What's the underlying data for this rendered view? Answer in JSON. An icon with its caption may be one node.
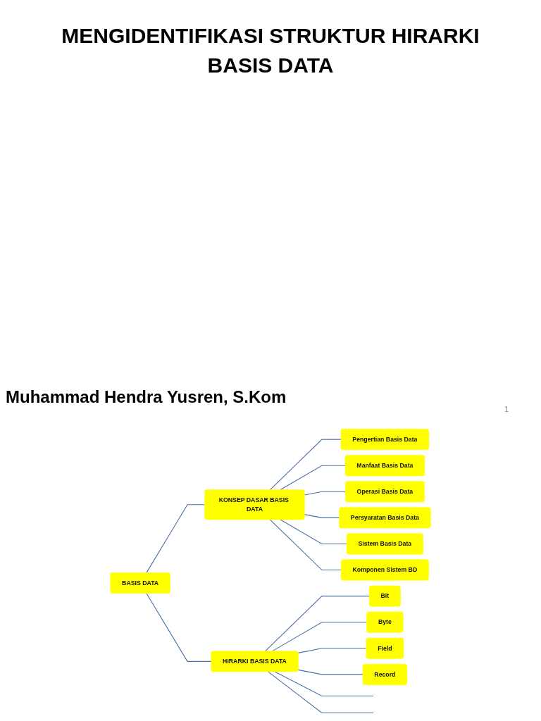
{
  "diagram": {
    "title": "MENGIDENTIFIKASI STRUKTUR HIRARKI BASIS DATA",
    "nodes": [
      {
        "text": [
          "BASIS DATA"
        ]
      },
      {
        "text": [
          "KONSEP DASAR BASIS DATA"
        ]
      },
      {
        "text": [
          "Pengertian Basis Data"
        ]
      },
      {
        "text": [
          "Manfaat Basis Data"
        ]
      },
      {
        "text": [
          "Operasi Basis Data"
        ]
      },
      {
        "text": [
          "Persyaratan Basis Data"
        ]
      },
      {
        "text": [
          "Sistem Basis Data"
        ]
      },
      {
        "text": [
          "Komponen Sistem BD"
        ]
      },
      {
        "text": [
          "HIRARKI BASIS DATA"
        ]
      },
      {
        "text": [
          "Bit"
        ]
      },
      {
        "text": [
          "Byte"
        ]
      },
      {
        "text": [
          "Field"
        ]
      },
      {
        "text": [
          "Record"
        ]
      }
    ],
    "edges": [
      {
        "from": 0,
        "to": 1,
        "arrow": "none"
      },
      {
        "from": 0,
        "to": 8,
        "arrow": "none"
      },
      {
        "from": 1,
        "to": 2,
        "arrow": "none"
      },
      {
        "from": 1,
        "to": 3,
        "arrow": "none"
      },
      {
        "from": 1,
        "to": 4,
        "arrow": "none"
      },
      {
        "from": 1,
        "to": 5,
        "arrow": "none"
      },
      {
        "from": 1,
        "to": 6,
        "arrow": "none"
      },
      {
        "from": 1,
        "to": 7,
        "arrow": "none"
      },
      {
        "from": 8,
        "to": 9,
        "arrow": "none"
      },
      {
        "from": 8,
        "to": 10,
        "arrow": "none"
      },
      {
        "from": 8,
        "to": 11,
        "arrow": "none"
      },
      {
        "from": 8,
        "to": 12,
        "arrow": "none"
      },
      {
        "from": 8,
        "to": null,
        "arrow": "none"
      },
      {
        "from": 8,
        "to": null,
        "arrow": "none"
      }
    ],
    "labels": [
      "Muhammad Hendra Yusren, S.Kom",
      "1"
    ]
  }
}
